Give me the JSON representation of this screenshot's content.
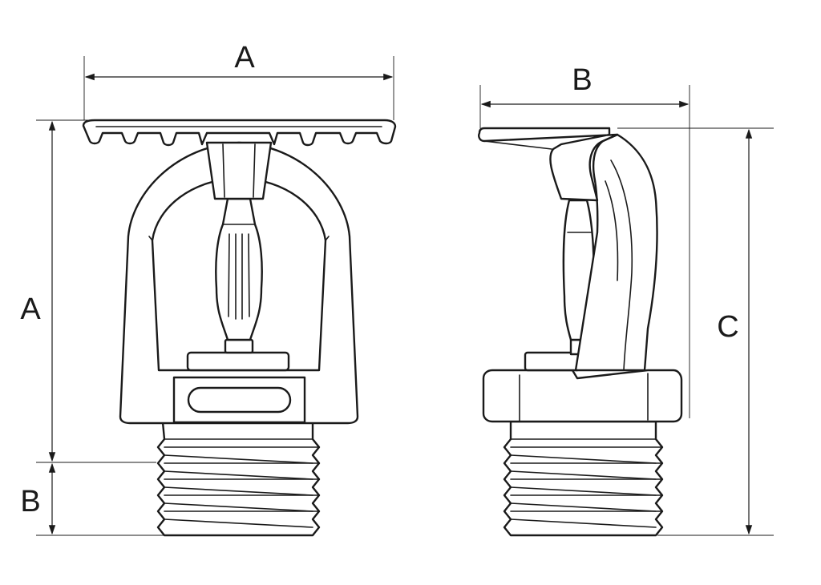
{
  "diagram": {
    "front_view": {
      "width_label": "A",
      "height_label": "A",
      "thread_label": "B"
    },
    "side_view": {
      "depth_label": "B",
      "overall_height_label": "C"
    },
    "colors": {
      "line": "#1a1a1a",
      "fill": "#ffffff",
      "background": "#ffffff"
    }
  }
}
